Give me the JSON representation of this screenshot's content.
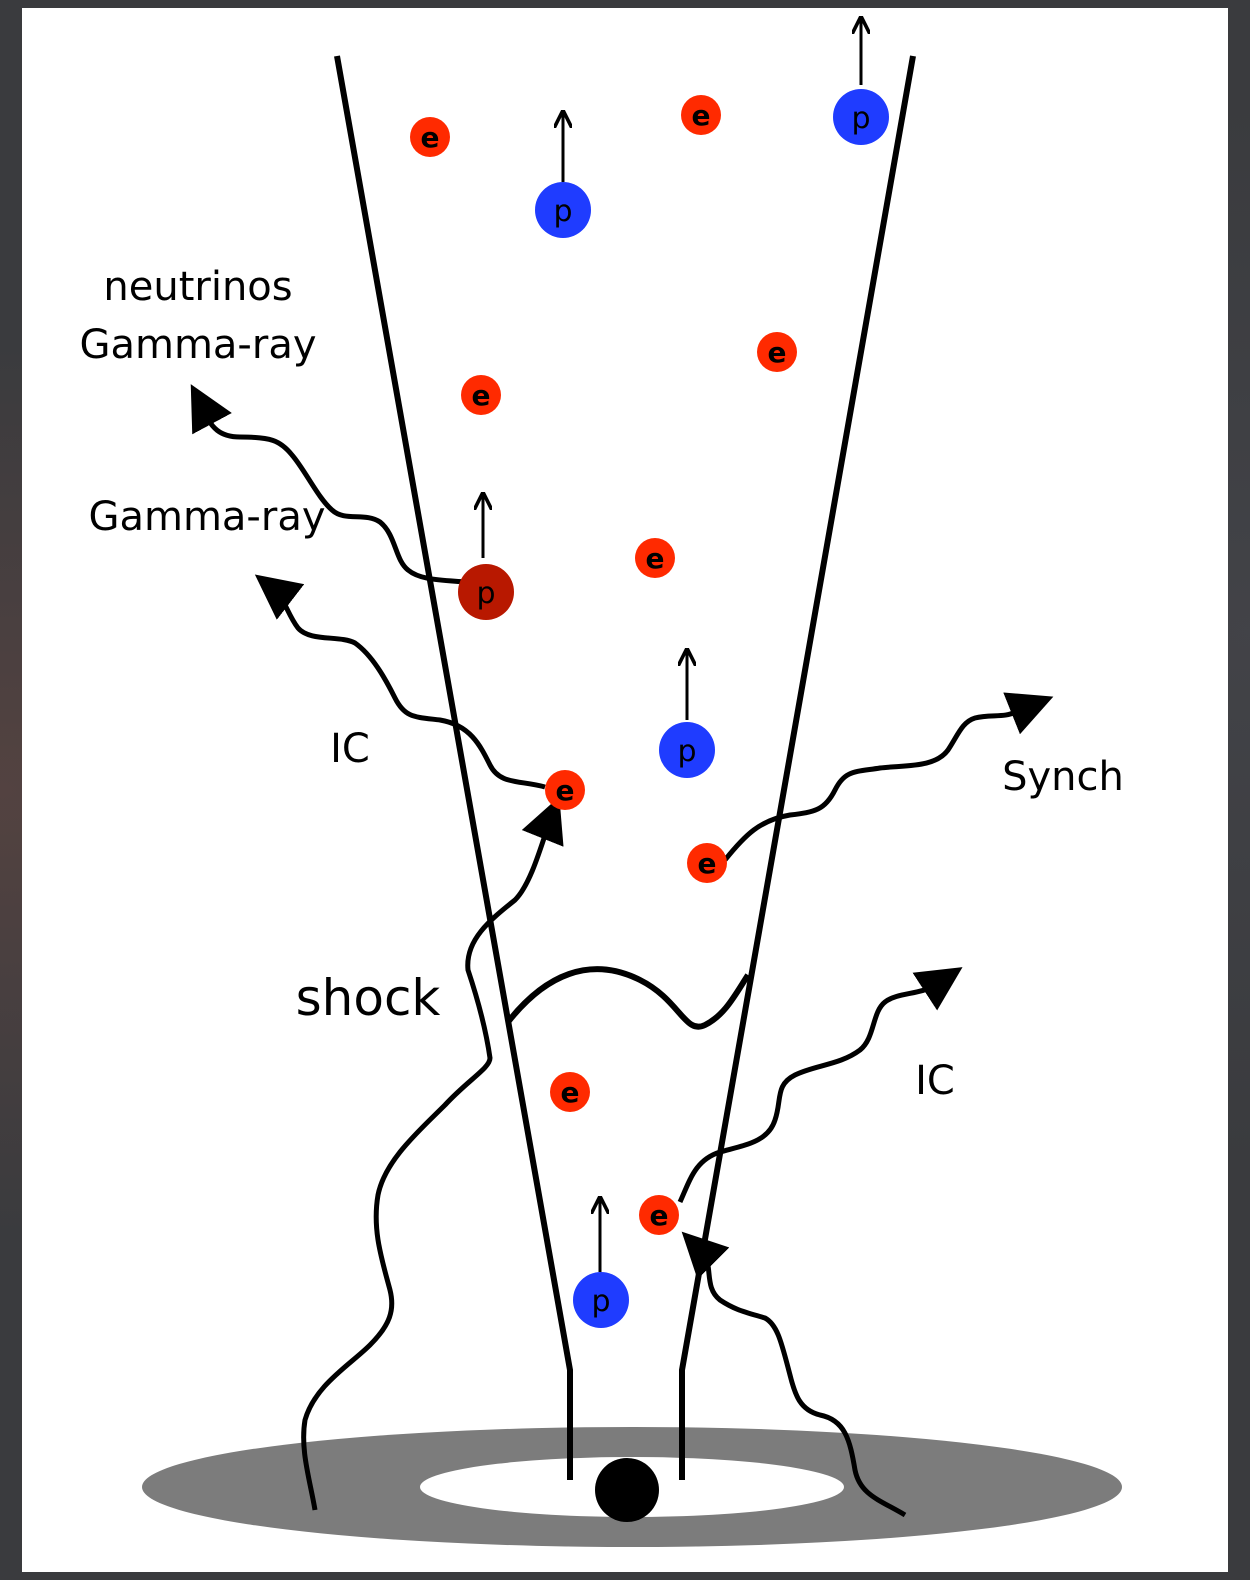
{
  "labels": {
    "neutrinos": "neutrinos",
    "gamma_ray_top": "Gamma-ray",
    "gamma_ray_mid": "Gamma-ray",
    "ic_left": "IC",
    "synch": "Synch",
    "shock": "shock",
    "ic_right": "IC"
  },
  "particles": {
    "electron_symbol": "e",
    "proton_symbol": "p"
  },
  "colors": {
    "electron": "#ff2a00",
    "proton": "#1f3cff",
    "interacting_proton": "#b81800",
    "disk": "#7c7c7c",
    "black_hole": "#000000",
    "background": "#3a3b3e",
    "panel": "#ffffff"
  }
}
